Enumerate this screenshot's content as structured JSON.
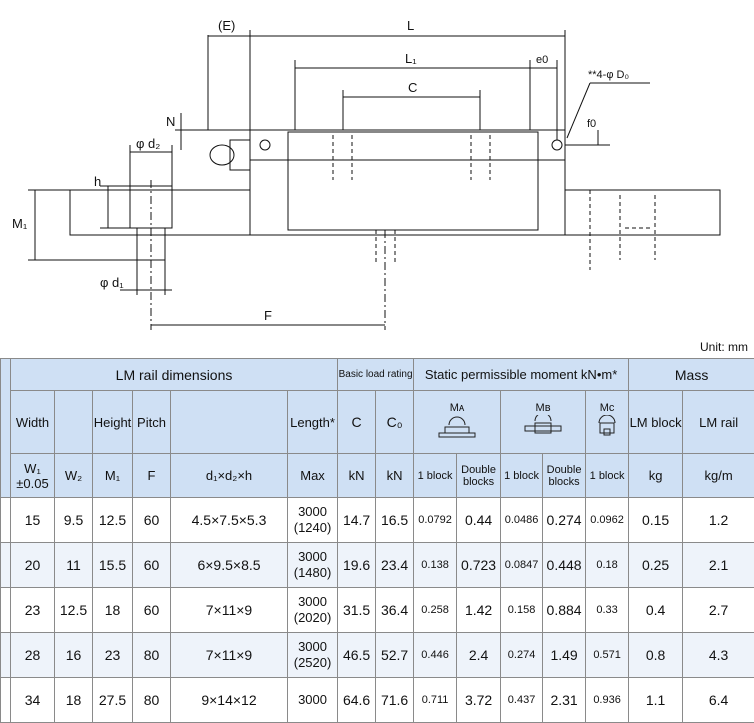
{
  "drawing": {
    "labels": {
      "E": "(E)",
      "L": "L",
      "L1": "L₁",
      "e0": "e0",
      "C": "C",
      "D0": "**4-φ D₀",
      "N": "N",
      "d2": "φ d₂",
      "f0": "f0",
      "h": "h",
      "M1": "M₁",
      "d1": "φ d₁",
      "F": "F"
    }
  },
  "unit": "Unit: mm",
  "table": {
    "group_headers": {
      "lm_rail": "LM rail dimensions",
      "basic_load": "Basic load rating",
      "static_moment": "Static permissible moment kN•m*",
      "mass": "Mass"
    },
    "col_headers": {
      "width": "Width",
      "height": "Height",
      "pitch": "Pitch",
      "length": "Length*",
      "c": "C",
      "c0": "C₀",
      "ma": "Mᴀ",
      "mb": "Mʙ",
      "mc": "Mc",
      "lm_block": "LM block",
      "lm_rail": "LM rail"
    },
    "sub_headers": {
      "w1": "W₁",
      "w1_tol": "±0.05",
      "w2": "W₂",
      "m1": "M₁",
      "f": "F",
      "dims": "d₁×d₂×h",
      "max": "Max",
      "kn1": "kN",
      "kn2": "kN",
      "one_block": "1 block",
      "double_blocks": "Double blocks",
      "kg": "kg",
      "kgm": "kg/m"
    },
    "rows": [
      {
        "w1": "15",
        "w2": "9.5",
        "m1": "12.5",
        "f": "60",
        "dims": "4.5×7.5×5.3",
        "len": "3000",
        "len2": "(1240)",
        "c": "14.7",
        "c0": "16.5",
        "ma1": "0.0792",
        "ma2": "0.44",
        "mb1": "0.0486",
        "mb2": "0.274",
        "mc1": "0.0962",
        "blk": "0.15",
        "rail": "1.2"
      },
      {
        "w1": "20",
        "w2": "11",
        "m1": "15.5",
        "f": "60",
        "dims": "6×9.5×8.5",
        "len": "3000",
        "len2": "(1480)",
        "c": "19.6",
        "c0": "23.4",
        "ma1": "0.138",
        "ma2": "0.723",
        "mb1": "0.0847",
        "mb2": "0.448",
        "mc1": "0.18",
        "blk": "0.25",
        "rail": "2.1"
      },
      {
        "w1": "23",
        "w2": "12.5",
        "m1": "18",
        "f": "60",
        "dims": "7×11×9",
        "len": "3000",
        "len2": "(2020)",
        "c": "31.5",
        "c0": "36.4",
        "ma1": "0.258",
        "ma2": "1.42",
        "mb1": "0.158",
        "mb2": "0.884",
        "mc1": "0.33",
        "blk": "0.4",
        "rail": "2.7"
      },
      {
        "w1": "28",
        "w2": "16",
        "m1": "23",
        "f": "80",
        "dims": "7×11×9",
        "len": "3000",
        "len2": "(2520)",
        "c": "46.5",
        "c0": "52.7",
        "ma1": "0.446",
        "ma2": "2.4",
        "mb1": "0.274",
        "mb2": "1.49",
        "mc1": "0.571",
        "blk": "0.8",
        "rail": "4.3"
      },
      {
        "w1": "34",
        "w2": "18",
        "m1": "27.5",
        "f": "80",
        "dims": "9×14×12",
        "len": "3000",
        "len2": "",
        "c": "64.6",
        "c0": "71.6",
        "ma1": "0.711",
        "ma2": "3.72",
        "mb1": "0.437",
        "mb2": "2.31",
        "mc1": "0.936",
        "blk": "1.1",
        "rail": "6.4"
      }
    ]
  }
}
